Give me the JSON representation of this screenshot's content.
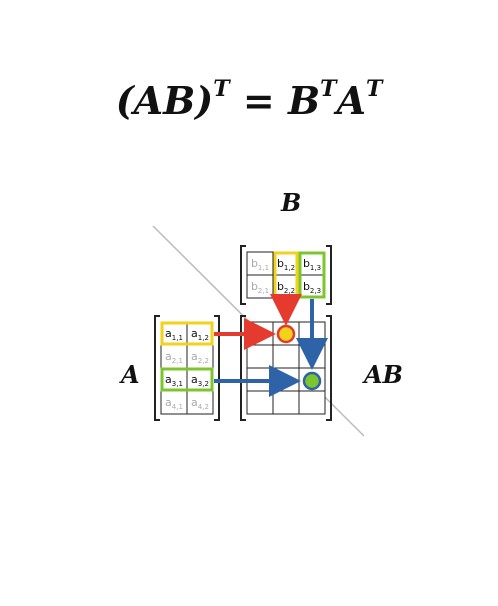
{
  "formula": {
    "open": "(",
    "base": "AB",
    "close": ")",
    "exp": "T",
    "equals": " = ",
    "b": "B",
    "bexp": "T",
    "a": "A",
    "aexp": "T"
  },
  "labels": {
    "a": "A",
    "b": "B",
    "ab": "AB"
  },
  "matrix_a": [
    {
      "base": "a",
      "cells": [
        [
          "1",
          "1"
        ],
        [
          "1",
          "2"
        ]
      ]
    },
    {
      "base": "a",
      "cells": [
        [
          "2",
          "1"
        ],
        [
          "2",
          "2"
        ]
      ]
    },
    {
      "base": "a",
      "cells": [
        [
          "3",
          "1"
        ],
        [
          "3",
          "2"
        ]
      ]
    },
    {
      "base": "a",
      "cells": [
        [
          "4",
          "1"
        ],
        [
          "4",
          "2"
        ]
      ]
    }
  ],
  "matrix_b": [
    {
      "base": "b",
      "cells": [
        [
          "1",
          "1"
        ],
        [
          "1",
          "2"
        ],
        [
          "1",
          "3"
        ]
      ]
    },
    {
      "base": "b",
      "cells": [
        [
          "2",
          "1"
        ],
        [
          "2",
          "2"
        ],
        [
          "2",
          "3"
        ]
      ]
    }
  ],
  "colors": {
    "yellow": "#f2d21b",
    "green": "#7cc52c",
    "red": "#e53a2e",
    "blue": "#2f63a8",
    "grey_text": "#aaaaaa",
    "diag": "#bbbbbb"
  }
}
